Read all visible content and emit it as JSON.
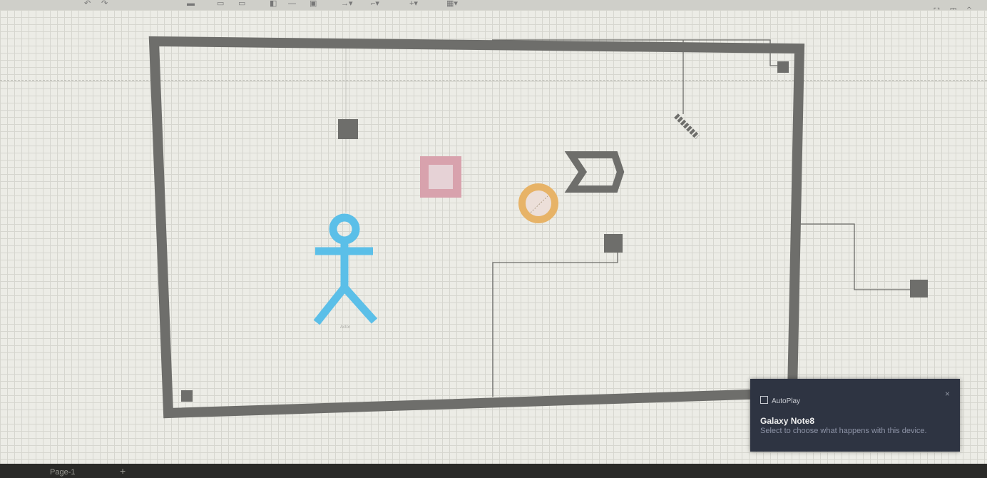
{
  "toolbar": {
    "icons": [
      "undo-icon",
      "redo-icon",
      "delete-icon",
      "to-front-icon",
      "to-back-icon",
      "fill-icon",
      "line-color-icon",
      "shadow-icon",
      "connection-icon",
      "waypoints-icon",
      "insert-icon",
      "table-icon"
    ],
    "right_icons": "⛶ ◫ ⌃"
  },
  "diagram": {
    "actor_label": "Actor"
  },
  "pagebar": {
    "page_label": "Page-1",
    "add_page": "+"
  },
  "toast": {
    "app_name": "AutoPlay",
    "title": "Galaxy Note8",
    "message": "Select to choose what happens with this device.",
    "close": "×"
  },
  "colors": {
    "frame": "#6e6e6b",
    "actor": "#5bbfe8",
    "pink_square": "#d8a2ad",
    "ring": "#e7b367",
    "toast_bg": "#2e3442"
  }
}
